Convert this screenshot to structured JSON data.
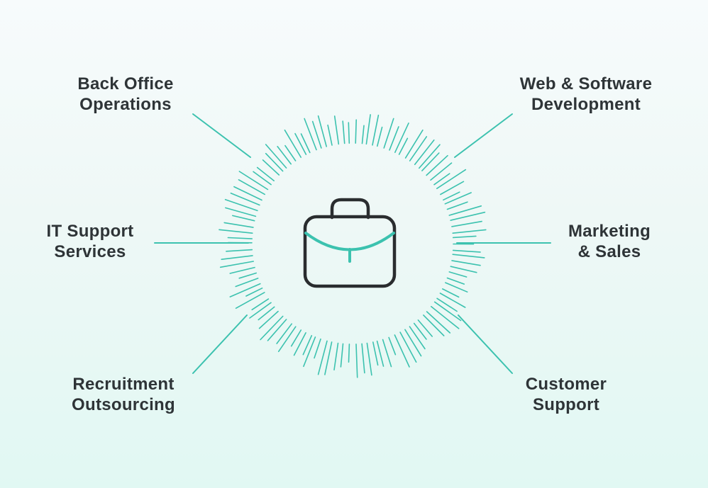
{
  "diagram": {
    "type": "hub-and-spoke-infographic",
    "center_icon": "briefcase",
    "colors": {
      "accent": "#3cc2af",
      "icon_stroke": "#2a2d2f",
      "text": "#2e3437",
      "bg_top": "#f7fbfc",
      "bg_bottom": "#e1f8f3"
    },
    "labels": [
      {
        "id": "back-office-operations",
        "line1": "Back Office",
        "line2": "Operations"
      },
      {
        "id": "web-software-development",
        "line1": "Web & Software",
        "line2": "Development"
      },
      {
        "id": "it-support-services",
        "line1": "IT Support",
        "line2": "Services"
      },
      {
        "id": "marketing-sales",
        "line1": "Marketing",
        "line2": "& Sales"
      },
      {
        "id": "recruitment-outsourcing",
        "line1": "Recruitment",
        "line2": "Outsourcing"
      },
      {
        "id": "customer-support",
        "line1": "Customer",
        "line2": "Support"
      }
    ]
  }
}
